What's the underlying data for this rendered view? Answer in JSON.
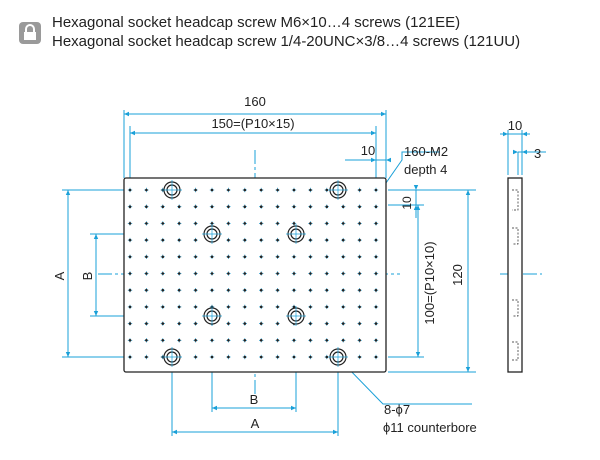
{
  "header": {
    "icon": "lock-icon",
    "line1": "Hexagonal socket headcap screw M6×10…4 screws (121EE)",
    "line2": "Hexagonal socket headcap screw 1/4-20UNC×3/8…4 screws (121UU)"
  },
  "dimensions": {
    "overall_width": "160",
    "pitch_width": "150=(P10×15)",
    "edge_offset_h": "10",
    "tap_spec": "160-M2",
    "tap_depth": "depth 4",
    "edge_offset_v": "10",
    "pitch_height": "100=(P10×10)",
    "overall_height": "120",
    "label_A_left": "A",
    "label_B_left": "B",
    "label_B_bottom": "B",
    "label_A_bottom": "A",
    "hole_count": "8-ϕ7",
    "counterbore": "ϕ11 counterbore",
    "side_thickness": "10",
    "side_step": "3"
  },
  "colors": {
    "dimension": "#1aa0d8",
    "plate_outline": "#222222",
    "hole": "#222222",
    "badge": "#9a9a9a"
  }
}
